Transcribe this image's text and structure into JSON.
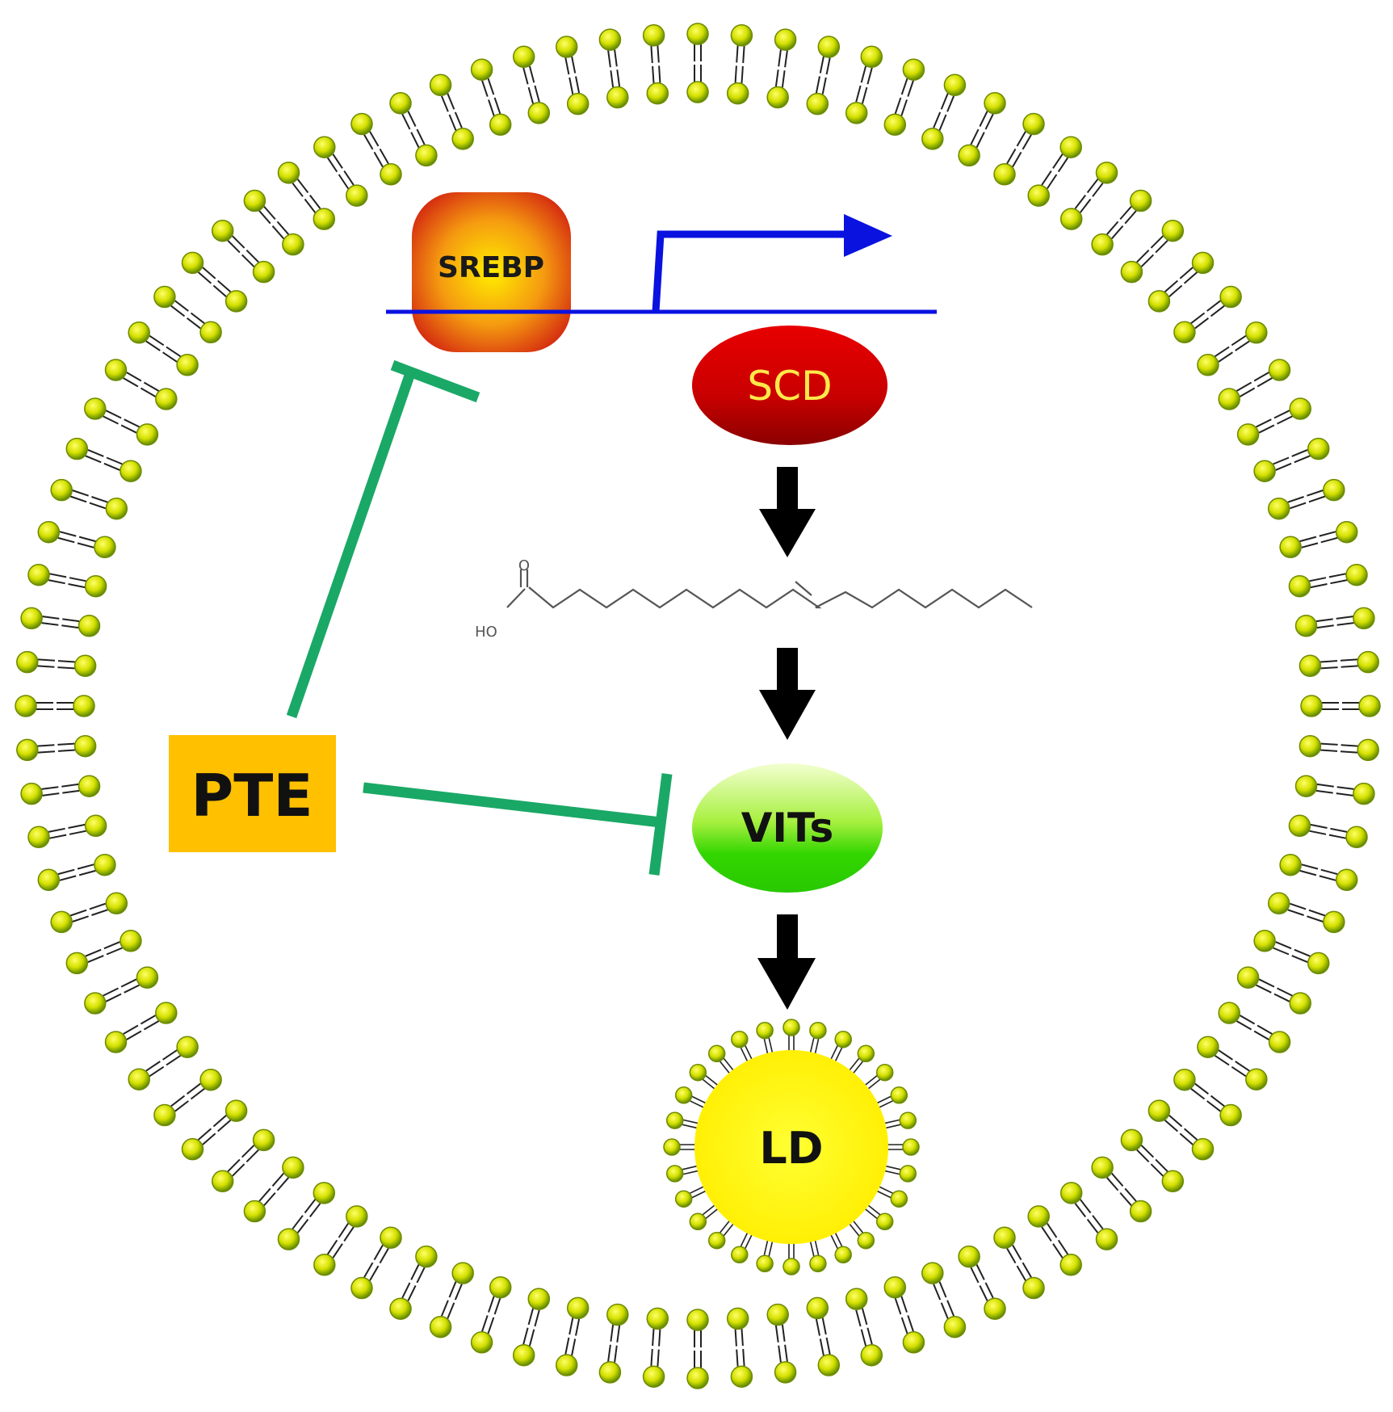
{
  "nodes": {
    "srebp": "SREBP",
    "scd": "SCD",
    "vits": "VITs",
    "ld": "LD",
    "pte": "PTE",
    "molecule_oh": "HO",
    "molecule_o": "O"
  },
  "colors": {
    "membrane_head": "#c8d400",
    "membrane_head_edge": "#6e8a00",
    "dna_line": "#0a12e0",
    "promoter_arrow": "#0a12e0",
    "inhibition": "#1aa866",
    "pathway_arrow": "#000000",
    "pte_box": "#ffc000",
    "srebp_outer": "#d62a10",
    "srebp_inner": "#ffe500",
    "scd_fill": "#c80000",
    "scd_text": "#ffe94a",
    "vits_top": "#e8ffb0",
    "vits_bottom": "#22cc00",
    "ld_fill": "#ffff00"
  },
  "icons": {
    "membrane": "lipid-bilayer-icon",
    "droplet": "lipid-droplet-icon",
    "molecule": "oleic-acid-structure-icon"
  }
}
